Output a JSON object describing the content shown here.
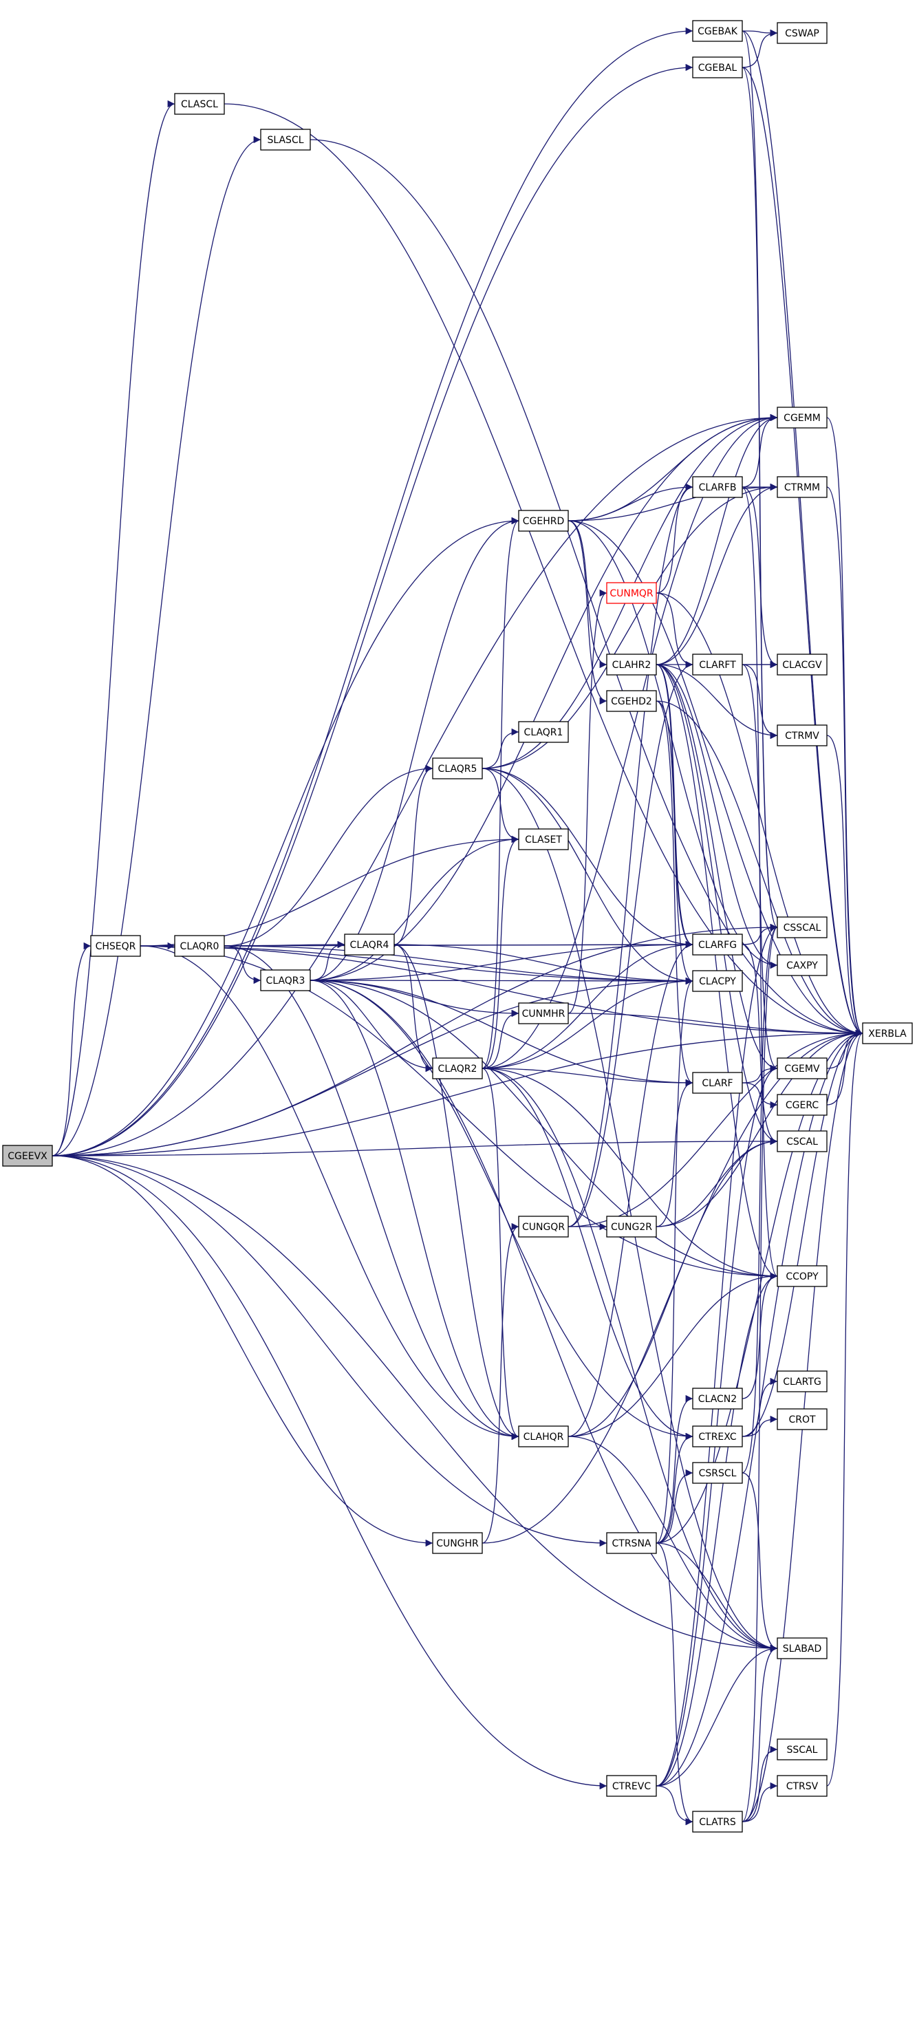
{
  "nodes": [
    {
      "id": "CGEEVX",
      "label": "CGEEVX",
      "root": true
    },
    {
      "id": "CHSEQR",
      "label": "CHSEQR"
    },
    {
      "id": "CLAQR0",
      "label": "CLAQR0"
    },
    {
      "id": "CLAQR3",
      "label": "CLAQR3"
    },
    {
      "id": "CLAQR4",
      "label": "CLAQR4"
    },
    {
      "id": "CLAQR5",
      "label": "CLAQR5"
    },
    {
      "id": "CLAQR2",
      "label": "CLAQR2"
    },
    {
      "id": "CLAQR1",
      "label": "CLAQR1"
    },
    {
      "id": "CLASET",
      "label": "CLASET"
    },
    {
      "id": "CUNMHR",
      "label": "CUNMHR"
    },
    {
      "id": "CUNGQR",
      "label": "CUNGQR"
    },
    {
      "id": "CUNG2R",
      "label": "CUNG2R"
    },
    {
      "id": "CLAHQR",
      "label": "CLAHQR"
    },
    {
      "id": "CUNGHR",
      "label": "CUNGHR"
    },
    {
      "id": "CGEBAK",
      "label": "CGEBAK"
    },
    {
      "id": "CGEBAL",
      "label": "CGEBAL"
    },
    {
      "id": "CSWAP",
      "label": "CSWAP"
    },
    {
      "id": "CLASCL",
      "label": "CLASCL"
    },
    {
      "id": "SLASCL",
      "label": "SLASCL"
    },
    {
      "id": "CGEHRD",
      "label": "CGEHRD"
    },
    {
      "id": "CUNMQR",
      "label": "CUNMQR",
      "highlight": true
    },
    {
      "id": "CLAHR2",
      "label": "CLAHR2"
    },
    {
      "id": "CGEHD2",
      "label": "CGEHD2"
    },
    {
      "id": "CLARFB",
      "label": "CLARFB"
    },
    {
      "id": "CLARFT",
      "label": "CLARFT"
    },
    {
      "id": "CGEMM",
      "label": "CGEMM"
    },
    {
      "id": "CTRMM",
      "label": "CTRMM"
    },
    {
      "id": "CLACGV",
      "label": "CLACGV"
    },
    {
      "id": "CTRMV",
      "label": "CTRMV"
    },
    {
      "id": "CLARFG",
      "label": "CLARFG"
    },
    {
      "id": "CLACPY",
      "label": "CLACPY"
    },
    {
      "id": "CLARF",
      "label": "CLARF"
    },
    {
      "id": "CSSCAL",
      "label": "CSSCAL"
    },
    {
      "id": "CAXPY",
      "label": "CAXPY"
    },
    {
      "id": "CGEMV",
      "label": "CGEMV"
    },
    {
      "id": "CGERC",
      "label": "CGERC"
    },
    {
      "id": "CSCAL",
      "label": "CSCAL"
    },
    {
      "id": "CCOPY",
      "label": "CCOPY"
    },
    {
      "id": "CLARTG",
      "label": "CLARTG"
    },
    {
      "id": "CROT",
      "label": "CROT"
    },
    {
      "id": "CLACN2",
      "label": "CLACN2"
    },
    {
      "id": "CTREXC",
      "label": "CTREXC"
    },
    {
      "id": "CSRSCL",
      "label": "CSRSCL"
    },
    {
      "id": "CTRSNA",
      "label": "CTRSNA"
    },
    {
      "id": "SLABAD",
      "label": "SLABAD"
    },
    {
      "id": "SSCAL",
      "label": "SSCAL"
    },
    {
      "id": "CTRSV",
      "label": "CTRSV"
    },
    {
      "id": "CTREVC",
      "label": "CTREVC"
    },
    {
      "id": "CLATRS",
      "label": "CLATRS"
    },
    {
      "id": "XERBLA",
      "label": "XERBLA"
    }
  ],
  "edges": [
    [
      "CGEEVX",
      "CHSEQR"
    ],
    [
      "CGEEVX",
      "CGEBAK"
    ],
    [
      "CGEEVX",
      "CGEBAL"
    ],
    [
      "CGEEVX",
      "CLASCL"
    ],
    [
      "CGEEVX",
      "SLASCL"
    ],
    [
      "CGEEVX",
      "CGEHRD"
    ],
    [
      "CGEEVX",
      "CLACPY"
    ],
    [
      "CGEEVX",
      "CUNGHR"
    ],
    [
      "CGEEVX",
      "CTRSNA"
    ],
    [
      "CGEEVX",
      "CTREVC"
    ],
    [
      "CGEEVX",
      "CSSCAL"
    ],
    [
      "CGEEVX",
      "CSCAL"
    ],
    [
      "CGEEVX",
      "SLABAD"
    ],
    [
      "CGEEVX",
      "XERBLA"
    ],
    [
      "CGEEVX",
      "CGEMM"
    ],
    [
      "CHSEQR",
      "CLAQR0"
    ],
    [
      "CHSEQR",
      "CLAHQR"
    ],
    [
      "CHSEQR",
      "CLASET"
    ],
    [
      "CHSEQR",
      "CLACPY"
    ],
    [
      "CHSEQR",
      "CCOPY"
    ],
    [
      "CHSEQR",
      "XERBLA"
    ],
    [
      "CHSEQR",
      "CLARFG"
    ],
    [
      "CLAQR0",
      "CLAQR3"
    ],
    [
      "CLAQR0",
      "CLAQR4"
    ],
    [
      "CLAQR0",
      "CLAQR5"
    ],
    [
      "CLAQR0",
      "CLAHQR"
    ],
    [
      "CLAQR0",
      "CLACPY"
    ],
    [
      "CLAQR0",
      "CLARFG"
    ],
    [
      "CLAQR3",
      "CLAQR4"
    ],
    [
      "CLAQR3",
      "CLAQR2"
    ],
    [
      "CLAQR3",
      "CGEHRD"
    ],
    [
      "CLAQR3",
      "CUNMHR"
    ],
    [
      "CLAQR3",
      "CLAHQR"
    ],
    [
      "CLAQR3",
      "CLASET"
    ],
    [
      "CLAQR3",
      "CLACPY"
    ],
    [
      "CLAQR3",
      "CLARF"
    ],
    [
      "CLAQR3",
      "CLARFG"
    ],
    [
      "CLAQR3",
      "CTREXC"
    ],
    [
      "CLAQR3",
      "CGEMM"
    ],
    [
      "CLAQR3",
      "CCOPY"
    ],
    [
      "CLAQR3",
      "SLABAD"
    ],
    [
      "CLAQR4",
      "CLAQR2"
    ],
    [
      "CLAQR4",
      "CLAQR5"
    ],
    [
      "CLAQR4",
      "CLAHQR"
    ],
    [
      "CLAQR4",
      "CLACPY"
    ],
    [
      "CLAQR5",
      "CLAQR1"
    ],
    [
      "CLAQR5",
      "CLASET"
    ],
    [
      "CLAQR5",
      "CLACPY"
    ],
    [
      "CLAQR5",
      "CGEMM"
    ],
    [
      "CLAQR5",
      "CLARFG"
    ],
    [
      "CLAQR5",
      "CTRMM"
    ],
    [
      "CLAQR5",
      "SLABAD"
    ],
    [
      "CLAQR2",
      "CGEHRD"
    ],
    [
      "CLAQR2",
      "CUNMHR"
    ],
    [
      "CLAQR2",
      "CLAHQR"
    ],
    [
      "CLAQR2",
      "CLASET"
    ],
    [
      "CLAQR2",
      "CLACPY"
    ],
    [
      "CLAQR2",
      "CLARF"
    ],
    [
      "CLAQR2",
      "CLARFG"
    ],
    [
      "CLAQR2",
      "CTREXC"
    ],
    [
      "CLAQR2",
      "CGEMM"
    ],
    [
      "CLAQR2",
      "CCOPY"
    ],
    [
      "CLAQR2",
      "SLABAD"
    ],
    [
      "CUNMHR",
      "CUNMQR"
    ],
    [
      "CUNMHR",
      "XERBLA"
    ],
    [
      "CUNGHR",
      "CUNGQR"
    ],
    [
      "CUNGHR",
      "XERBLA"
    ],
    [
      "CUNGQR",
      "CUNG2R"
    ],
    [
      "CUNGQR",
      "CLARFB"
    ],
    [
      "CUNGQR",
      "CLARFT"
    ],
    [
      "CUNGQR",
      "XERBLA"
    ],
    [
      "CUNG2R",
      "CLARF"
    ],
    [
      "CUNG2R",
      "CSCAL"
    ],
    [
      "CUNG2R",
      "XERBLA"
    ],
    [
      "CLAHQR",
      "CLARFG"
    ],
    [
      "CLAHQR",
      "CCOPY"
    ],
    [
      "CLAHQR",
      "CSCAL"
    ],
    [
      "CLAHQR",
      "SLABAD"
    ],
    [
      "CGEBAK",
      "CSWAP"
    ],
    [
      "CGEBAK",
      "CSSCAL"
    ],
    [
      "CGEBAK",
      "XERBLA"
    ],
    [
      "CGEBAL",
      "CSWAP"
    ],
    [
      "CGEBAL",
      "CSSCAL"
    ],
    [
      "CGEBAL",
      "XERBLA"
    ],
    [
      "CLASCL",
      "XERBLA"
    ],
    [
      "SLASCL",
      "XERBLA"
    ],
    [
      "CGEHRD",
      "CLAHR2"
    ],
    [
      "CGEHRD",
      "CGEHD2"
    ],
    [
      "CGEHRD",
      "CLARFB"
    ],
    [
      "CGEHRD",
      "CGEMM"
    ],
    [
      "CGEHRD",
      "CTRMM"
    ],
    [
      "CGEHRD",
      "CAXPY"
    ],
    [
      "CGEHRD",
      "XERBLA"
    ],
    [
      "CUNMQR",
      "CLARFB"
    ],
    [
      "CUNMQR",
      "CLARFT"
    ],
    [
      "CUNMQR",
      "XERBLA"
    ],
    [
      "CLAHR2",
      "CGEMM"
    ],
    [
      "CLAHR2",
      "CTRMM"
    ],
    [
      "CLAHR2",
      "CLACGV"
    ],
    [
      "CLAHR2",
      "CTRMV"
    ],
    [
      "CLAHR2",
      "CLARFG"
    ],
    [
      "CLAHR2",
      "CLACPY"
    ],
    [
      "CLAHR2",
      "CAXPY"
    ],
    [
      "CLAHR2",
      "CGEMV"
    ],
    [
      "CLAHR2",
      "CSCAL"
    ],
    [
      "CLAHR2",
      "CCOPY"
    ],
    [
      "CGEHD2",
      "CLARF"
    ],
    [
      "CGEHD2",
      "CLARFG"
    ],
    [
      "CGEHD2",
      "XERBLA"
    ],
    [
      "CLARFB",
      "CGEMM"
    ],
    [
      "CLARFB",
      "CTRMM"
    ],
    [
      "CLARFB",
      "CLACGV"
    ],
    [
      "CLARFB",
      "CCOPY"
    ],
    [
      "CLARFT",
      "CGEMV"
    ],
    [
      "CLARFT",
      "CTRMV"
    ],
    [
      "CLARFT",
      "CLACGV"
    ],
    [
      "CGEMM",
      "XERBLA"
    ],
    [
      "CTRMM",
      "XERBLA"
    ],
    [
      "CTRMV",
      "XERBLA"
    ],
    [
      "CLARFG",
      "CSSCAL"
    ],
    [
      "CLARFG",
      "CSCAL"
    ],
    [
      "CLARF",
      "CGEMV"
    ],
    [
      "CLARF",
      "CGERC"
    ],
    [
      "CGEMV",
      "XERBLA"
    ],
    [
      "CGERC",
      "XERBLA"
    ],
    [
      "CTREXC",
      "CLARTG"
    ],
    [
      "CTREXC",
      "CROT"
    ],
    [
      "CTREXC",
      "XERBLA"
    ],
    [
      "CLACN2",
      "CCOPY"
    ],
    [
      "CSRSCL",
      "CSSCAL"
    ],
    [
      "CSRSCL",
      "SLABAD"
    ],
    [
      "CTRSNA",
      "CLACN2"
    ],
    [
      "CTRSNA",
      "CTREXC"
    ],
    [
      "CTRSNA",
      "CSRSCL"
    ],
    [
      "CTRSNA",
      "CLACPY"
    ],
    [
      "CTRSNA",
      "CLATRS"
    ],
    [
      "CTRSNA",
      "SLABAD"
    ],
    [
      "CTRSNA",
      "XERBLA"
    ],
    [
      "CTREVC",
      "CLATRS"
    ],
    [
      "CTREVC",
      "CGEMV"
    ],
    [
      "CTREVC",
      "CSSCAL"
    ],
    [
      "CTREVC",
      "CCOPY"
    ],
    [
      "CTREVC",
      "SLABAD"
    ],
    [
      "CTREVC",
      "XERBLA"
    ],
    [
      "CLATRS",
      "SSCAL"
    ],
    [
      "CLATRS",
      "CTRSV"
    ],
    [
      "CLATRS",
      "CSSCAL"
    ],
    [
      "CLATRS",
      "SLABAD"
    ],
    [
      "CLATRS",
      "XERBLA"
    ],
    [
      "CTRSV",
      "XERBLA"
    ]
  ]
}
